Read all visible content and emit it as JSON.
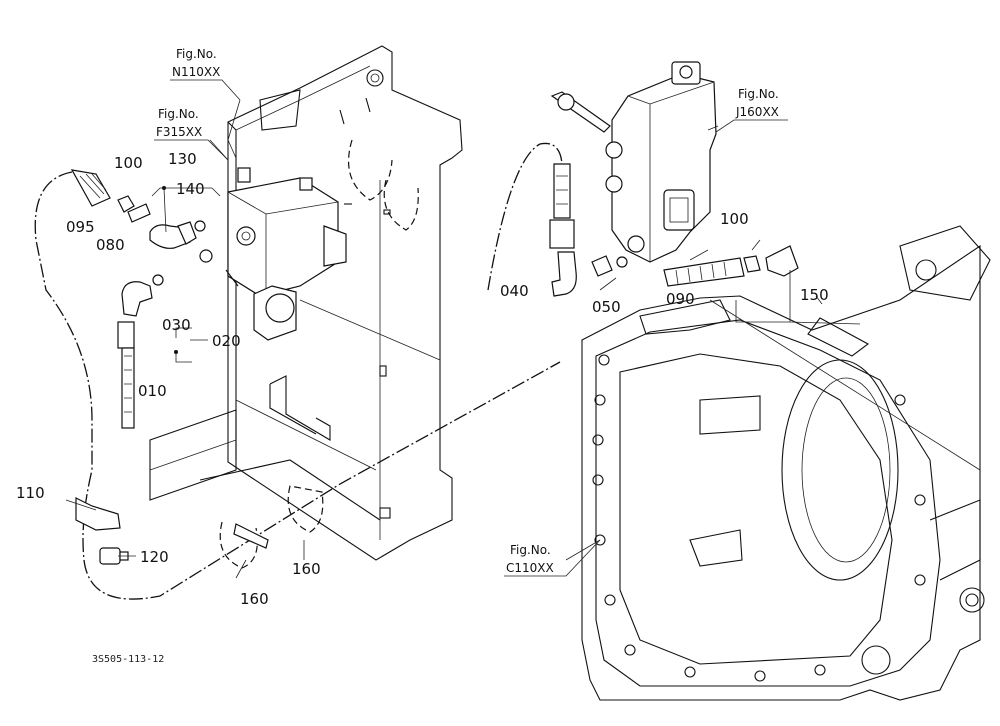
{
  "figure_refs": [
    {
      "key": "n110",
      "line1": "Fig.No.",
      "line2": "N110XX"
    },
    {
      "key": "f315",
      "line1": "Fig.No.",
      "line2": "F315XX"
    },
    {
      "key": "j160",
      "line1": "Fig.No.",
      "line2": "J160XX"
    },
    {
      "key": "c110",
      "line1": "Fig.No.",
      "line2": "C110XX"
    }
  ],
  "part_labels": {
    "p100a": "100",
    "p130": "130",
    "p140": "140",
    "p095": "095",
    "p080": "080",
    "p030": "030",
    "p020": "020",
    "p010": "010",
    "p110": "110",
    "p120": "120",
    "p160a": "160",
    "p160b": "160",
    "p040": "040",
    "p050": "050",
    "p090": "090",
    "p100b": "100",
    "p150": "150"
  },
  "drawing_code": "3S505-113-12"
}
